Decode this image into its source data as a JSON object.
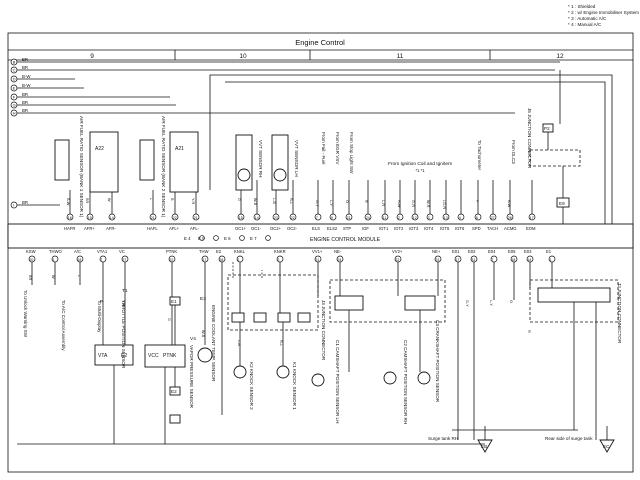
{
  "title": "Engine Control",
  "notes": [
    "* 1 : Shielded",
    "* 2 : w/ Engine Immobiliser System",
    "* 3 : Automatic A/C",
    "* 4 : Manual A/C"
  ],
  "columns": [
    "9",
    "10",
    "11",
    "12"
  ],
  "harness_letters": [
    {
      "l": "B",
      "c": "BR"
    },
    {
      "l": "C",
      "c": "BR"
    },
    {
      "l": "D",
      "c": "B-W"
    },
    {
      "l": "E",
      "c": "B-W"
    },
    {
      "l": "F",
      "c": "BR"
    },
    {
      "l": "G",
      "c": "BR"
    },
    {
      "l": "H",
      "c": "BR"
    },
    {
      "l": "I",
      "c": "BR"
    }
  ],
  "sensors_top": [
    {
      "id": "A22",
      "name": "AIR FUEL RATIO SENSOR (BANK 1 SENSOR 1)"
    },
    {
      "id": "A21",
      "name": "AIR FUEL RATIO SENSOR (BANK 2 SENSOR 1)"
    },
    {
      "id": "V1",
      "name": "VVT SENSOR RH"
    },
    {
      "id": "V2",
      "name": "VVT SENSOR LH"
    }
  ],
  "top_labels": {
    "from_fail": "From Fail - Fuel",
    "from_egr": "From EGR VSV",
    "from_stop": "From Stop Light SW",
    "ignition": "From Ignition Coil and Igniters",
    "ign_note": "*1 *1",
    "tachometer": "To Tachometer",
    "from_ecm_cable": "From DLC3",
    "junction_12": "J6 JUNCTION CONNECTOR",
    "junction_r": "J2 JUNCTION CONNECTOR",
    "conn_p2": "P2",
    "conn_e6": "E6",
    "conn_e9": "E9"
  },
  "ecm_label": "ENGINE CONTROL MODULE",
  "ecm_connectors": [
    "E 4",
    "E 5",
    "E 6",
    "E 7"
  ],
  "ecm_pins_top": [
    {
      "n": "16",
      "l": "HAFR"
    },
    {
      "n": "15",
      "l": "AFR+"
    },
    {
      "n": "14",
      "l": "AFR-"
    },
    {
      "n": "21",
      "l": "HAFL"
    },
    {
      "n": "22",
      "l": "AFL+"
    },
    {
      "n": "21",
      "l": "AFL-"
    },
    {
      "n": "15",
      "l": "OC1+"
    },
    {
      "n": "14",
      "l": "OC1-"
    },
    {
      "n": "23",
      "l": "OC2+"
    },
    {
      "n": "22",
      "l": "OC2-"
    },
    {
      "n": "7",
      "l": "ELS"
    },
    {
      "n": "9",
      "l": "ELS2"
    },
    {
      "n": "21",
      "l": "STP"
    },
    {
      "n": "24",
      "l": "IGF"
    },
    {
      "n": "11",
      "l": "IGT1"
    },
    {
      "n": "2",
      "l": "IGT2"
    },
    {
      "n": "12",
      "l": "IGT3"
    },
    {
      "n": "3",
      "l": "IGT4"
    },
    {
      "n": "13",
      "l": "IGT5"
    },
    {
      "n": "4",
      "l": "IGT6"
    },
    {
      "n": "8",
      "l": "SPD"
    },
    {
      "n": "27",
      "l": "TACH"
    },
    {
      "n": "26",
      "l": "ACMG"
    },
    {
      "n": "17",
      "l": "EOM"
    }
  ],
  "ecm_pins_bottom": [
    {
      "n": "20",
      "l": "KSW"
    },
    {
      "n": "1",
      "l": "THWO"
    },
    {
      "n": "18",
      "l": "A/C"
    },
    {
      "n": "7",
      "l": "VTA1"
    },
    {
      "n": "27",
      "l": "VC"
    },
    {
      "n": "22",
      "l": "PTNK"
    },
    {
      "n": "17",
      "l": "THW"
    },
    {
      "n": "28",
      "l": "E2"
    },
    {
      "n": "1",
      "l": "KNKL"
    },
    {
      "n": "2",
      "l": "KNKR"
    },
    {
      "n": "21",
      "l": "VV1+"
    },
    {
      "n": "24",
      "l": "NE-"
    },
    {
      "n": "22",
      "l": "VV2+"
    },
    {
      "n": "23",
      "l": "NE+"
    },
    {
      "n": "17",
      "l": "E01"
    },
    {
      "n": "31",
      "l": "E02"
    },
    {
      "n": "7",
      "l": "E04"
    },
    {
      "n": "18",
      "l": "E05"
    },
    {
      "n": "14",
      "l": "E03"
    },
    {
      "n": "1",
      "l": "E1"
    }
  ],
  "bottom_labels": {
    "to_warn": "To Unlock Warning SW",
    "to_ac": "To A/C Control Assembly",
    "to_multi": "To Multi-Display",
    "tps_id": "T1",
    "tps_name": "THROTTLE POSITION SENSOR",
    "vapor_id": "V4",
    "vapor_name": "VAPOR PRESSURE SENSOR",
    "ect_id": "E3",
    "ect_name": "ENGINE COOLANT TEMP. SENSOR",
    "knock1": "K1 KNOCK SENSOR 1",
    "knock2": "K2 KNOCK SENSOR 2",
    "cam_sensor": "C1 CAMSHAFT POSITION SENSOR LH",
    "cam_sensor_rh": "C2 CAMSHAFT POSITION SENSOR RH",
    "crank": "C3 CRANKSHAFT POSITION SENSOR",
    "junction_jc": "J3 JUNCTION CONNECTOR",
    "junction_br": "J1 JUNCTION CONNECTOR",
    "surge_rh": "Surge tank RH",
    "surge_rear": "Rear side of surge tank",
    "gnd_1": "EB",
    "gnd_2": "EC",
    "vta": "VTA",
    "e2": "E2",
    "vc": "VC",
    "ptnk": "PTNK",
    "vcc": "VCC",
    "e2b": "E2",
    "conn_e1": "E1",
    "conn_e2": "E2"
  },
  "wire_colors": [
    "B-W",
    "BR",
    "W",
    "L",
    "B",
    "Y-R",
    "G",
    "W-B",
    "L-B",
    "R-L",
    "G-Y",
    "L-Y",
    "O",
    "R",
    "L-R",
    "R-W",
    "G-R",
    "W-R",
    "LG-R",
    "P"
  ]
}
